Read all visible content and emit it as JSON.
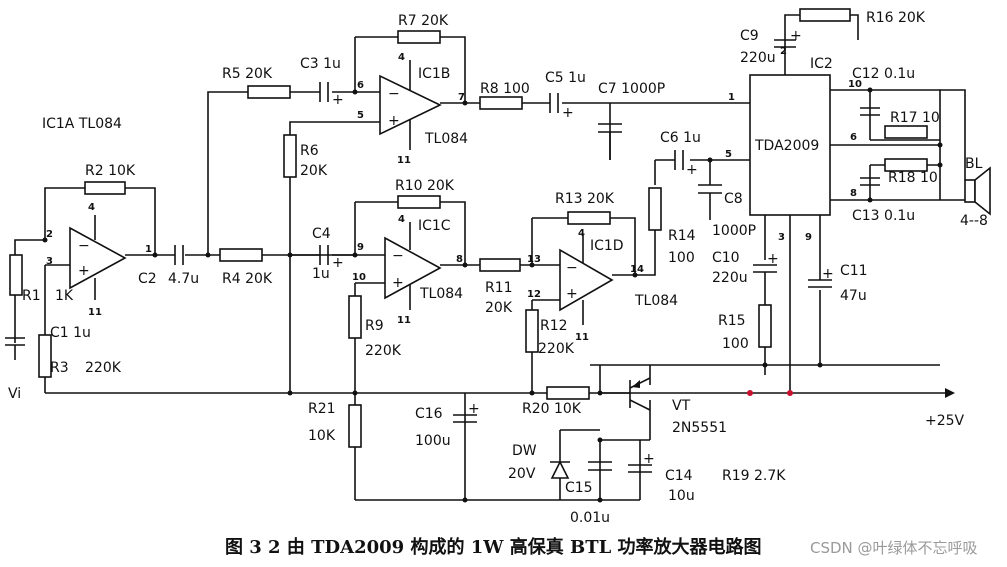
{
  "labels": {
    "ic1a": "IC1A   TL084",
    "ic1b": "IC1B",
    "ic1c": "IC1C",
    "ic1d": "IC1D",
    "ic2": "IC2",
    "ic2_name": "TDA2009",
    "tl084_b": "TL084",
    "tl084_c": "TL084",
    "tl084_d": "TL084",
    "r1": "R1",
    "r1v": "1K",
    "r2": "R2   10K",
    "r3": "R3",
    "r3v": "220K",
    "r4": "R4   20K",
    "r5": "R5   20K",
    "r6": "R6",
    "r6v": "20K",
    "r7": "R7   20K",
    "r8": "R8   100",
    "r9": "R9",
    "r9v": "220K",
    "r10": "R10   20K",
    "r11": "R11",
    "r11v": "20K",
    "r12": "R12",
    "r12v": "220K",
    "r13": "R13   20K",
    "r14": "R14",
    "r14v": "100",
    "r15": "R15",
    "r15v": "100",
    "r16": "R16   20K",
    "r17": "R17   10",
    "r18": "R18  10",
    "r19": "R19   2.7K",
    "r20": "R20   10K",
    "r21": "R21",
    "r21v": "10K",
    "c1": "C1   1u",
    "c2": "C2",
    "c2v": "4.7u",
    "c3": "C3   1u",
    "c4": "C4",
    "c4v": "1u",
    "c5": "C5   1u",
    "c6": "C6   1u",
    "c7": "C7   1000P",
    "c8": "C8",
    "c8v": "1000P",
    "c9": "C9",
    "c9v": "220u",
    "c10": "C10",
    "c10v": "220u",
    "c11": "C11",
    "c11v": "47u",
    "c12": "C12   0.1u",
    "c13": "C13   0.1u",
    "c14": "C14",
    "c14v": "10u",
    "c15": "C15",
    "c15v": "0.01u",
    "c16": "C16",
    "c16v": "100u",
    "dw": "DW",
    "dwv": "20V",
    "vt": "VT",
    "vtv": "2N5551",
    "bl": "BL",
    "blv": "4--8",
    "vi": "Vi",
    "vcc": "+25V",
    "n4a": "4",
    "n11a": "11",
    "n1a": "1",
    "n2a": "2",
    "n3a": "3",
    "n4b": "4",
    "n11b": "11",
    "n6b": "6",
    "n5b": "5",
    "n7b": "7",
    "n4c": "4",
    "n11c": "11",
    "n9c": "9",
    "n10c": "10",
    "n8c": "8",
    "n4d": "4",
    "n11d": "11",
    "n13d": "13",
    "n12d": "12",
    "n14d": "14",
    "p1": "1",
    "p2": "2",
    "p3": "3",
    "p5": "5",
    "p6": "6",
    "p8": "8",
    "p9": "9",
    "p10": "10"
  },
  "caption": "图 3 2    由 TDA2009 构成的 1W 高保真 BTL 功率放大器电路图",
  "watermark": "CSDN @叶绿体不忘呼吸"
}
